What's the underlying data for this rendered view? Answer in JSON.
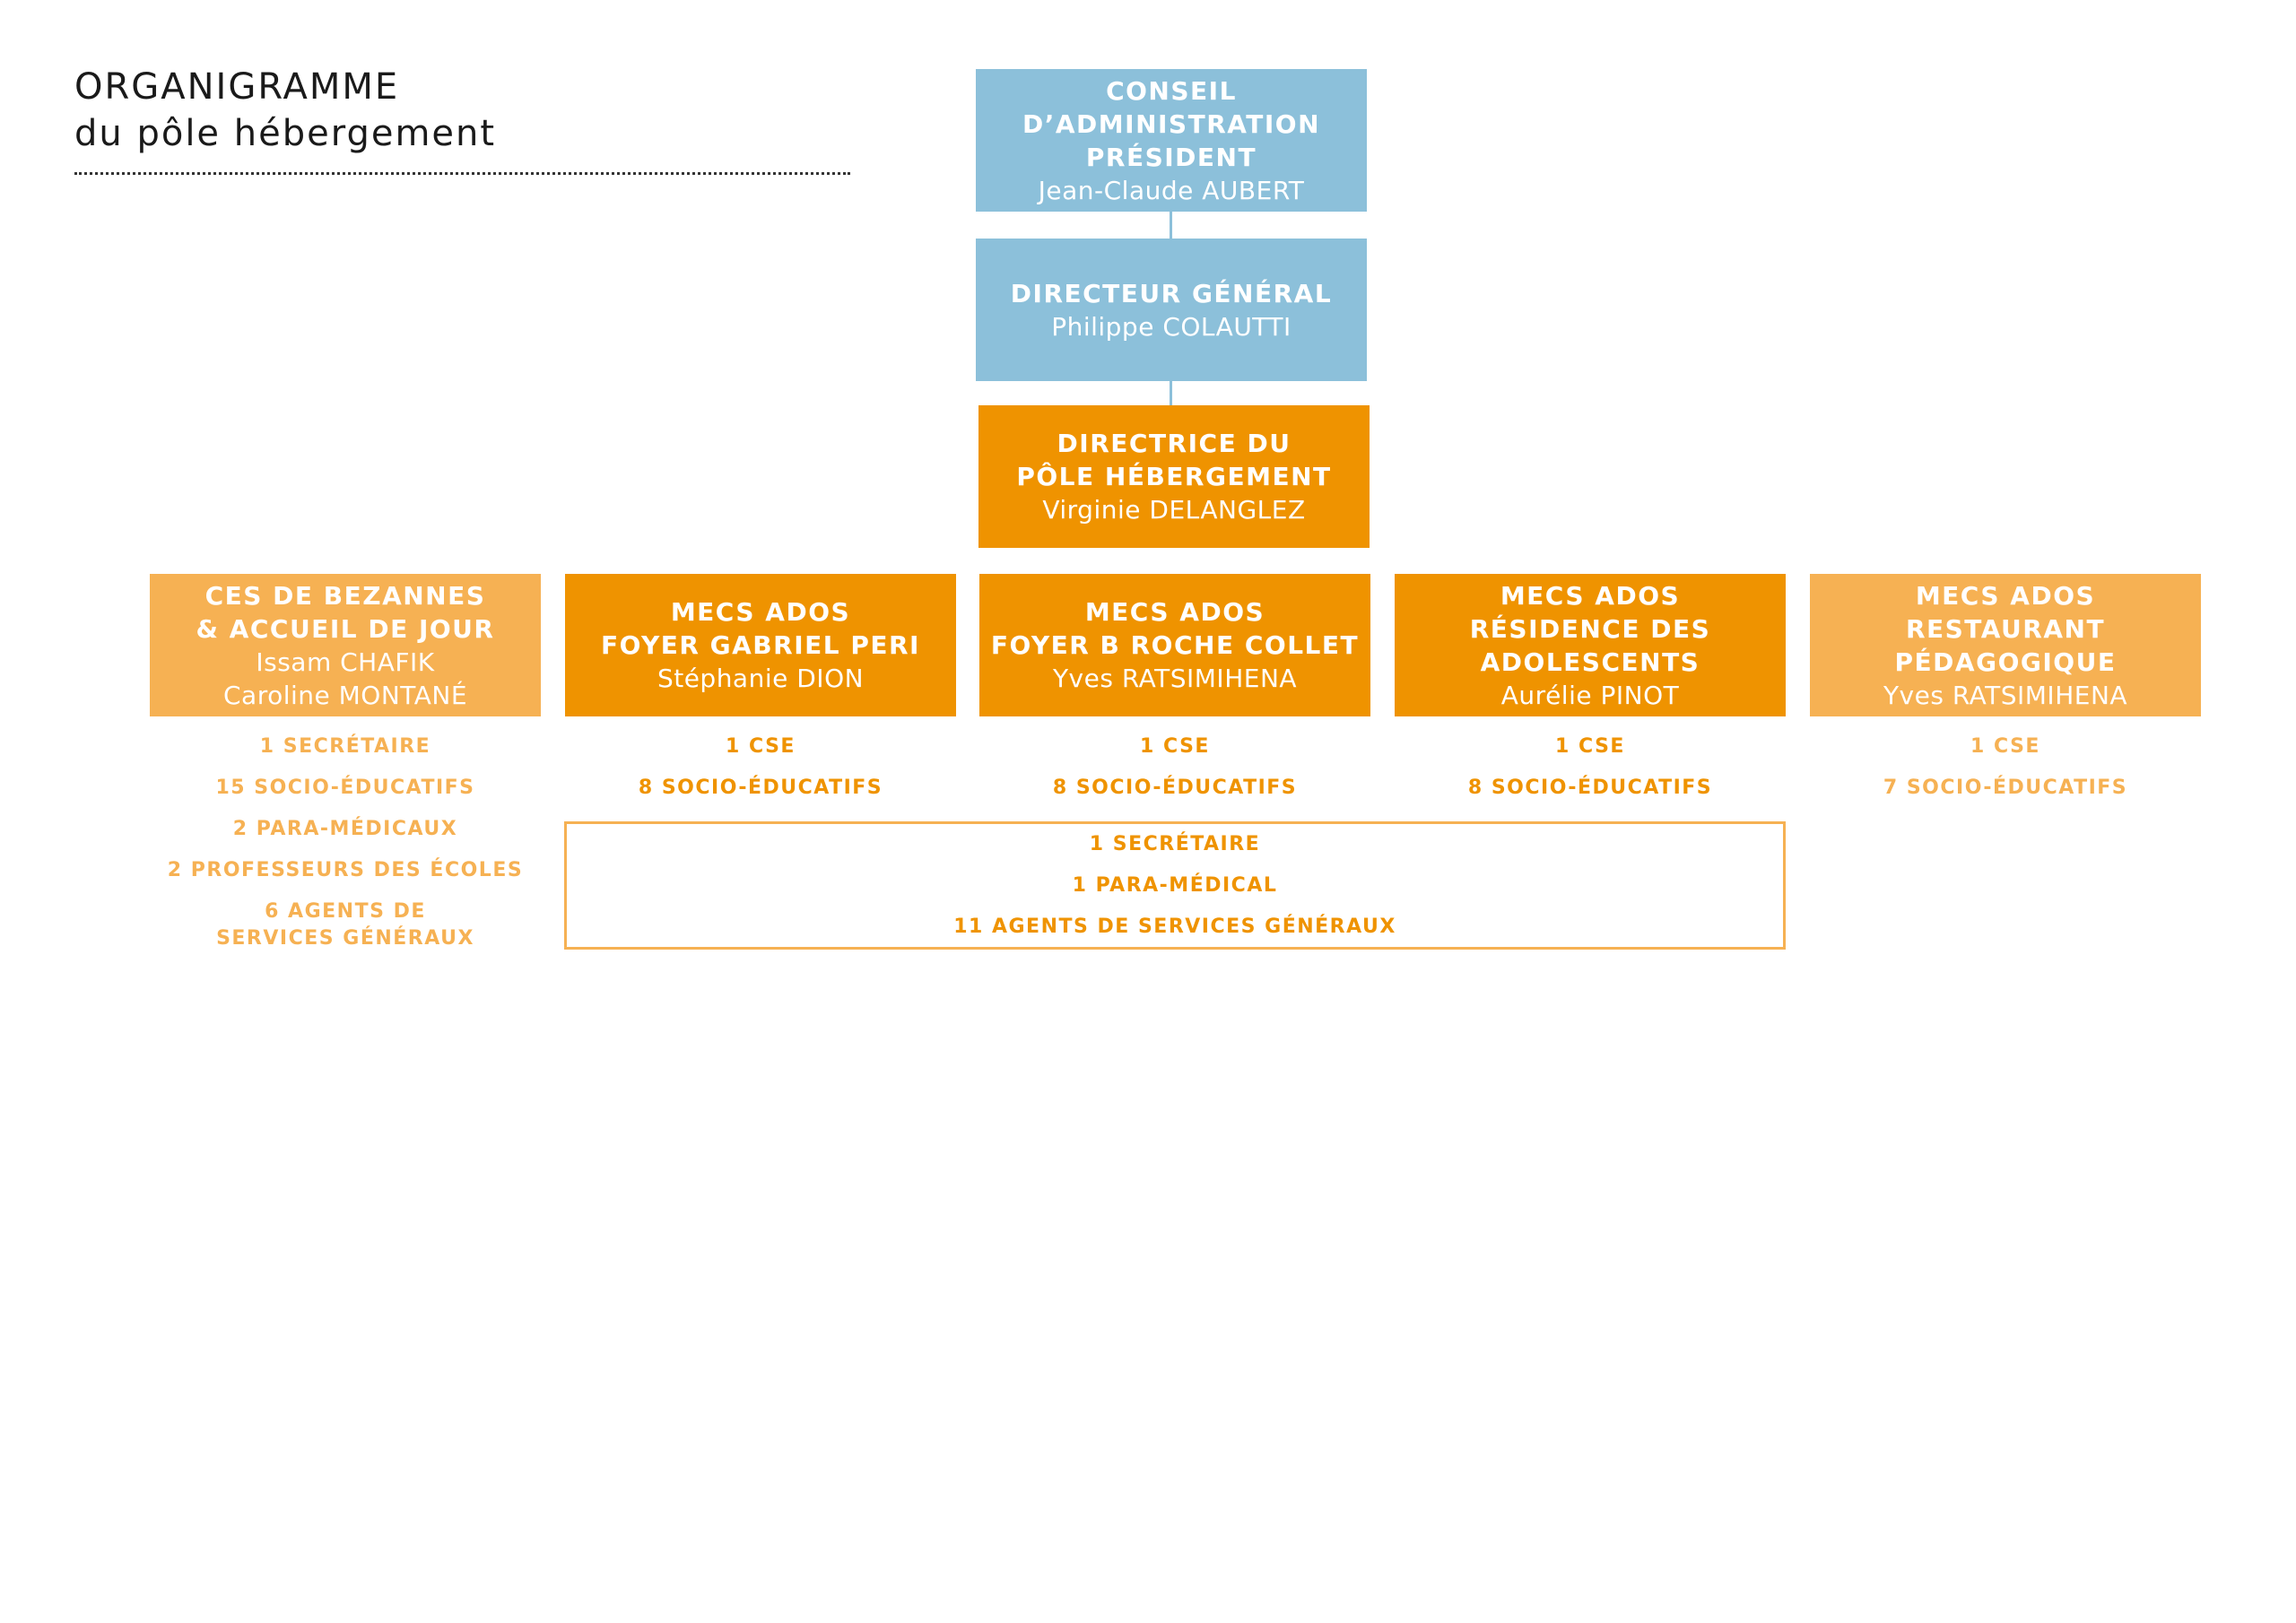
{
  "title": {
    "line1": "ORGANIGRAMME",
    "line2": "du pôle hébergement"
  },
  "colors": {
    "blue": "#8cc0da",
    "orange": "#ef9300",
    "light_orange": "#f6b153"
  },
  "hierarchy": {
    "conseil": {
      "line1": "CONSEIL D’ADMINISTRATION",
      "line2": "PRÉSIDENT",
      "name": "Jean-Claude AUBERT"
    },
    "directeur": {
      "line1": "DIRECTEUR GÉNÉRAL",
      "name": "Philippe COLAUTTI"
    },
    "directrice": {
      "line1": "DIRECTRICE DU",
      "line2": "PÔLE HÉBERGEMENT",
      "name": "Virginie DELANGLEZ"
    }
  },
  "establishments": [
    {
      "line1": "CES DE BEZANNES",
      "line2": "& ACCUEIL DE JOUR",
      "name1": "Issam CHAFIK",
      "name2": "Caroline MONTANÉ",
      "staff": [
        "1 SECRÉTAIRE",
        "15 SOCIO-ÉDUCATIFS",
        "2 PARA-MÉDICAUX",
        "2 PROFESSEURS DES ÉCOLES",
        "6 AGENTS DE",
        "SERVICES GÉNÉRAUX"
      ]
    },
    {
      "line1": "MECS ADOS",
      "line2": "FOYER GABRIEL PERI",
      "name1": "Stéphanie DION",
      "staff": [
        "1 CSE",
        "8 SOCIO-ÉDUCATIFS"
      ]
    },
    {
      "line1": "MECS ADOS",
      "line2": "FOYER B ROCHE COLLET",
      "name1": "Yves RATSIMIHENA",
      "staff": [
        "1 CSE",
        "8 SOCIO-ÉDUCATIFS"
      ]
    },
    {
      "line1": "MECS ADOS",
      "line2": "RÉSIDENCE DES",
      "line3": "ADOLESCENTS",
      "name1": "Aurélie PINOT",
      "staff": [
        "1 CSE",
        "8 SOCIO-ÉDUCATIFS"
      ]
    },
    {
      "line1": "MECS ADOS",
      "line2": "RESTAURANT PÉDAGOGIQUE",
      "name1": "Yves RATSIMIHENA",
      "staff": [
        "1 CSE",
        "7 SOCIO-ÉDUCATIFS"
      ]
    }
  ],
  "shared_staff": [
    "1 SECRÉTAIRE",
    "1 PARA-MÉDICAL",
    "11 AGENTS DE SERVICES GÉNÉRAUX"
  ]
}
